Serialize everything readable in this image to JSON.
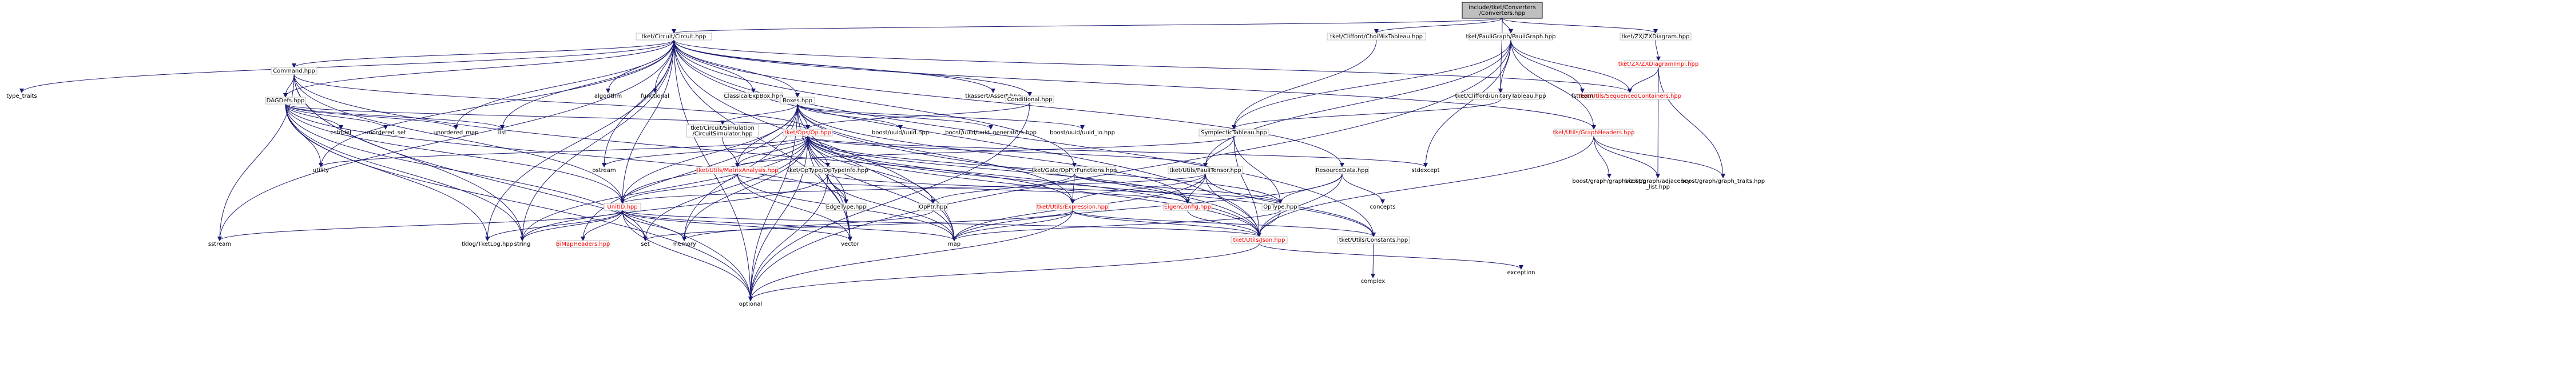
{
  "nodes": [
    {
      "id": "root",
      "label_lines": [
        "include/tket/Converters",
        "/Converters.hpp"
      ],
      "kind": "root"
    },
    {
      "id": "circuit",
      "label_lines": [
        "tket/Circuit/Circuit.hpp"
      ],
      "kind": "box"
    },
    {
      "id": "chofmi",
      "label_lines": [
        "tket/Clifford/ChoiMixTableau.hpp"
      ],
      "kind": "box"
    },
    {
      "id": "paulig",
      "label_lines": [
        "tket/PauliGraph/PauliGraph.hpp"
      ],
      "kind": "box"
    },
    {
      "id": "zxdiag",
      "label_lines": [
        "tket/ZX/ZXDiagram.hpp"
      ],
      "kind": "box"
    },
    {
      "id": "zxdimpl",
      "label_lines": [
        "tket/ZX/ZXDiagramImpl.hpp"
      ],
      "kind": "red"
    },
    {
      "id": "seqcont",
      "label_lines": [
        "tket/Utils/SequencedContainers.hpp"
      ],
      "kind": "red"
    },
    {
      "id": "unitab",
      "label_lines": [
        "tket/Clifford/UnitaryTableau.hpp"
      ],
      "kind": "box"
    },
    {
      "id": "fstream",
      "label_lines": [
        "fstream"
      ],
      "kind": "plain"
    },
    {
      "id": "graphheaders",
      "label_lines": [
        "tket/Utils/GraphHeaders.hpp"
      ],
      "kind": "red"
    },
    {
      "id": "graphviz",
      "label_lines": [
        "boost/graph/graphviz.hpp"
      ],
      "kind": "plain"
    },
    {
      "id": "adjlist",
      "label_lines": [
        "boost/graph/adjacency",
        "_list.hpp"
      ],
      "kind": "plain"
    },
    {
      "id": "graphtraits",
      "label_lines": [
        "boost/graph/graph_traits.hpp"
      ],
      "kind": "plain"
    },
    {
      "id": "typetraits",
      "label_lines": [
        "type_traits"
      ],
      "kind": "plain"
    },
    {
      "id": "command",
      "label_lines": [
        "Command.hpp"
      ],
      "kind": "box"
    },
    {
      "id": "dagdefs",
      "label_lines": [
        "DAGDefs.hpp"
      ],
      "kind": "box"
    },
    {
      "id": "algorithm",
      "label_lines": [
        "algorithm"
      ],
      "kind": "plain"
    },
    {
      "id": "functional",
      "label_lines": [
        "functional"
      ],
      "kind": "plain"
    },
    {
      "id": "classicalexpbox",
      "label_lines": [
        "ClassicalExpBox.hpp"
      ],
      "kind": "box"
    },
    {
      "id": "boxes",
      "label_lines": [
        "Boxes.hpp"
      ],
      "kind": "box"
    },
    {
      "id": "tkassert",
      "label_lines": [
        "tkassert/Assert.hpp"
      ],
      "kind": "plain"
    },
    {
      "id": "conditional",
      "label_lines": [
        "Conditional.hpp"
      ],
      "kind": "box"
    },
    {
      "id": "cstddef",
      "label_lines": [
        "cstddef"
      ],
      "kind": "plain"
    },
    {
      "id": "unordered_set",
      "label_lines": [
        "unordered_set"
      ],
      "kind": "plain"
    },
    {
      "id": "unordered_map",
      "label_lines": [
        "unordered_map"
      ],
      "kind": "plain"
    },
    {
      "id": "list",
      "label_lines": [
        "list"
      ],
      "kind": "plain"
    },
    {
      "id": "circsim",
      "label_lines": [
        "tket/Circuit/Simulation",
        "/CircuitSimulator.hpp"
      ],
      "kind": "box"
    },
    {
      "id": "uuid",
      "label_lines": [
        "boost/uuid/uuid.hpp"
      ],
      "kind": "plain"
    },
    {
      "id": "uuidgen",
      "label_lines": [
        "boost/uuid/uuid_generators.hpp"
      ],
      "kind": "plain"
    },
    {
      "id": "uuidio",
      "label_lines": [
        "boost/uuid/uuid_io.hpp"
      ],
      "kind": "plain"
    },
    {
      "id": "op",
      "label_lines": [
        "tket/Ops/Op.hpp"
      ],
      "kind": "red"
    },
    {
      "id": "symptab",
      "label_lines": [
        "SymplecticTableau.hpp"
      ],
      "kind": "box"
    },
    {
      "id": "stdexcept",
      "label_lines": [
        "stdexcept"
      ],
      "kind": "plain"
    },
    {
      "id": "utility",
      "label_lines": [
        "utility"
      ],
      "kind": "plain"
    },
    {
      "id": "ostream",
      "label_lines": [
        "ostream"
      ],
      "kind": "plain"
    },
    {
      "id": "matrixanalysis",
      "label_lines": [
        "tket/Utils/MatrixAnalysis.hpp"
      ],
      "kind": "red"
    },
    {
      "id": "optypeinfo",
      "label_lines": [
        "tket/OpType/OpTypeInfo.hpp"
      ],
      "kind": "box"
    },
    {
      "id": "opptrfns",
      "label_lines": [
        "tket/Gate/OpPtrFunctions.hpp"
      ],
      "kind": "box"
    },
    {
      "id": "paulitensor",
      "label_lines": [
        "tket/Utils/PauliTensor.hpp"
      ],
      "kind": "box"
    },
    {
      "id": "resourcedata",
      "label_lines": [
        "ResourceData.hpp"
      ],
      "kind": "box"
    },
    {
      "id": "unitid",
      "label_lines": [
        "UnitID.hpp"
      ],
      "kind": "red"
    },
    {
      "id": "edgetype",
      "label_lines": [
        "EdgeType.hpp"
      ],
      "kind": "box"
    },
    {
      "id": "opptr",
      "label_lines": [
        "OpPtr.hpp"
      ],
      "kind": "box"
    },
    {
      "id": "expression",
      "label_lines": [
        "tket/Utils/Expression.hpp"
      ],
      "kind": "red"
    },
    {
      "id": "eigenconfig",
      "label_lines": [
        "EigenConfig.hpp"
      ],
      "kind": "red"
    },
    {
      "id": "optype",
      "label_lines": [
        "OpType.hpp"
      ],
      "kind": "box"
    },
    {
      "id": "concepts",
      "label_lines": [
        "concepts"
      ],
      "kind": "plain"
    },
    {
      "id": "sstream",
      "label_lines": [
        "sstream"
      ],
      "kind": "plain"
    },
    {
      "id": "tklog",
      "label_lines": [
        "tklog/TketLog.hpp"
      ],
      "kind": "plain"
    },
    {
      "id": "string",
      "label_lines": [
        "string"
      ],
      "kind": "plain"
    },
    {
      "id": "bimap",
      "label_lines": [
        "BiMapHeaders.hpp"
      ],
      "kind": "red"
    },
    {
      "id": "set",
      "label_lines": [
        "set"
      ],
      "kind": "plain"
    },
    {
      "id": "memory",
      "label_lines": [
        "memory"
      ],
      "kind": "plain"
    },
    {
      "id": "vector",
      "label_lines": [
        "vector"
      ],
      "kind": "plain"
    },
    {
      "id": "map",
      "label_lines": [
        "map"
      ],
      "kind": "plain"
    },
    {
      "id": "json",
      "label_lines": [
        "tket/Utils/Json.hpp"
      ],
      "kind": "red"
    },
    {
      "id": "constants",
      "label_lines": [
        "tket/Utils/Constants.hpp"
      ],
      "kind": "box"
    },
    {
      "id": "exception",
      "label_lines": [
        "exception"
      ],
      "kind": "plain"
    },
    {
      "id": "complex",
      "label_lines": [
        "complex"
      ],
      "kind": "plain"
    },
    {
      "id": "optional",
      "label_lines": [
        "optional"
      ],
      "kind": "plain"
    }
  ],
  "edges": [
    [
      "root",
      "circuit"
    ],
    [
      "root",
      "chofmi"
    ],
    [
      "root",
      "paulig"
    ],
    [
      "root",
      "zxdiag"
    ],
    [
      "root",
      "unitab"
    ],
    [
      "zxdiag",
      "zxdimpl"
    ],
    [
      "zxdimpl",
      "seqcont"
    ],
    [
      "zxdimpl",
      "adjlist"
    ],
    [
      "zxdimpl",
      "graphtraits"
    ],
    [
      "paulig",
      "unitab"
    ],
    [
      "paulig",
      "fstream"
    ],
    [
      "paulig",
      "graphheaders"
    ],
    [
      "paulig",
      "seqcont"
    ],
    [
      "paulig",
      "stdexcept"
    ],
    [
      "paulig",
      "paulitensor"
    ],
    [
      "paulig",
      "symptab"
    ],
    [
      "paulig",
      "optional"
    ],
    [
      "chofmi",
      "symptab"
    ],
    [
      "unitab",
      "symptab"
    ],
    [
      "graphheaders",
      "graphviz"
    ],
    [
      "graphheaders",
      "adjlist"
    ],
    [
      "graphheaders",
      "graphtraits"
    ],
    [
      "graphheaders",
      "json"
    ],
    [
      "circuit",
      "typetraits"
    ],
    [
      "circuit",
      "command"
    ],
    [
      "circuit",
      "dagdefs"
    ],
    [
      "circuit",
      "algorithm"
    ],
    [
      "circuit",
      "functional"
    ],
    [
      "circuit",
      "classicalexpbox"
    ],
    [
      "circuit",
      "boxes"
    ],
    [
      "circuit",
      "tkassert"
    ],
    [
      "circuit",
      "conditional"
    ],
    [
      "circuit",
      "graphheaders"
    ],
    [
      "circuit",
      "seqcont"
    ],
    [
      "circuit",
      "resourcedata"
    ],
    [
      "circuit",
      "opptrfns"
    ],
    [
      "circuit",
      "list"
    ],
    [
      "circuit",
      "unordered_map"
    ],
    [
      "circuit",
      "utility"
    ],
    [
      "circuit",
      "ostream"
    ],
    [
      "circuit",
      "unitid"
    ],
    [
      "circuit",
      "sstream"
    ],
    [
      "circuit",
      "string"
    ],
    [
      "circuit",
      "tklog"
    ],
    [
      "circuit",
      "vector"
    ],
    [
      "circuit",
      "map"
    ],
    [
      "circuit",
      "optional"
    ],
    [
      "circuit",
      "json"
    ],
    [
      "circuit",
      "constants"
    ],
    [
      "command",
      "dagdefs"
    ],
    [
      "command",
      "op"
    ],
    [
      "command",
      "unitid"
    ],
    [
      "command",
      "sstream"
    ],
    [
      "command",
      "string"
    ],
    [
      "command",
      "optional"
    ],
    [
      "command",
      "json"
    ],
    [
      "dagdefs",
      "cstddef"
    ],
    [
      "dagdefs",
      "unordered_set"
    ],
    [
      "dagdefs",
      "unordered_map"
    ],
    [
      "dagdefs",
      "list"
    ],
    [
      "dagdefs",
      "utility"
    ],
    [
      "dagdefs",
      "op"
    ],
    [
      "dagdefs",
      "unitid"
    ],
    [
      "dagdefs",
      "edgetype"
    ],
    [
      "dagdefs",
      "string"
    ],
    [
      "dagdefs",
      "tklog"
    ],
    [
      "dagdefs",
      "set"
    ],
    [
      "dagdefs",
      "optional"
    ],
    [
      "classicalexpbox",
      "boxes"
    ],
    [
      "boxes",
      "circsim"
    ],
    [
      "boxes",
      "uuid"
    ],
    [
      "boxes",
      "uuidgen"
    ],
    [
      "boxes",
      "uuidio"
    ],
    [
      "boxes",
      "op"
    ],
    [
      "boxes",
      "matrixanalysis"
    ],
    [
      "boxes",
      "expression"
    ],
    [
      "boxes",
      "eigenconfig"
    ],
    [
      "boxes",
      "json"
    ],
    [
      "boxes",
      "unitid"
    ],
    [
      "boxes",
      "memory"
    ],
    [
      "boxes",
      "vector"
    ],
    [
      "boxes",
      "map"
    ],
    [
      "boxes",
      "optional"
    ],
    [
      "boxes",
      "bimap"
    ],
    [
      "conditional",
      "op"
    ],
    [
      "conditional",
      "optional"
    ],
    [
      "circsim",
      "matrixanalysis"
    ],
    [
      "op",
      "stdexcept"
    ],
    [
      "op",
      "utility"
    ],
    [
      "op",
      "ostream"
    ],
    [
      "op",
      "matrixanalysis"
    ],
    [
      "op",
      "optypeinfo"
    ],
    [
      "op",
      "paulitensor"
    ],
    [
      "op",
      "unitid"
    ],
    [
      "op",
      "edgetype"
    ],
    [
      "op",
      "opptr"
    ],
    [
      "op",
      "expression"
    ],
    [
      "op",
      "eigenconfig"
    ],
    [
      "op",
      "optype"
    ],
    [
      "op",
      "json"
    ],
    [
      "op",
      "constants"
    ],
    [
      "op",
      "memory"
    ],
    [
      "op",
      "vector"
    ],
    [
      "op",
      "map"
    ],
    [
      "op",
      "set"
    ],
    [
      "op",
      "string"
    ],
    [
      "op",
      "optional"
    ],
    [
      "symptab",
      "paulitensor"
    ],
    [
      "symptab",
      "matrixanalysis"
    ],
    [
      "symptab",
      "optype"
    ],
    [
      "symptab",
      "json"
    ],
    [
      "matrixanalysis",
      "unitid"
    ],
    [
      "matrixanalysis",
      "eigenconfig"
    ],
    [
      "matrixanalysis",
      "vector"
    ],
    [
      "matrixanalysis",
      "map"
    ],
    [
      "optypeinfo",
      "optype"
    ],
    [
      "optypeinfo",
      "edgetype"
    ],
    [
      "optypeinfo",
      "map"
    ],
    [
      "optypeinfo",
      "optional"
    ],
    [
      "optypeinfo",
      "string"
    ],
    [
      "opptrfns",
      "opptr"
    ],
    [
      "opptrfns",
      "expression"
    ],
    [
      "opptrfns",
      "optype"
    ],
    [
      "paulitensor",
      "eigenconfig"
    ],
    [
      "paulitensor",
      "json"
    ],
    [
      "paulitensor",
      "constants"
    ],
    [
      "paulitensor",
      "expression"
    ],
    [
      "paulitensor",
      "unitid"
    ],
    [
      "paulitensor",
      "map"
    ],
    [
      "resourcedata",
      "optype"
    ],
    [
      "resourcedata",
      "concepts"
    ],
    [
      "resourcedata",
      "map"
    ],
    [
      "resourcedata",
      "json"
    ],
    [
      "unitid",
      "bimap"
    ],
    [
      "unitid",
      "sstream"
    ],
    [
      "unitid",
      "tklog"
    ],
    [
      "unitid",
      "string"
    ],
    [
      "unitid",
      "set"
    ],
    [
      "unitid",
      "memory"
    ],
    [
      "unitid",
      "vector"
    ],
    [
      "unitid",
      "map"
    ],
    [
      "unitid",
      "optional"
    ],
    [
      "unitid",
      "json"
    ],
    [
      "edgetype",
      "vector"
    ],
    [
      "opptr",
      "memory"
    ],
    [
      "expression",
      "set"
    ],
    [
      "expression",
      "map"
    ],
    [
      "expression",
      "optional"
    ],
    [
      "expression",
      "json"
    ],
    [
      "expression",
      "constants"
    ],
    [
      "eigenconfig",
      "json"
    ],
    [
      "optype",
      "json"
    ],
    [
      "optype",
      "map"
    ],
    [
      "json",
      "exception"
    ],
    [
      "json",
      "optional"
    ],
    [
      "constants",
      "complex"
    ]
  ]
}
